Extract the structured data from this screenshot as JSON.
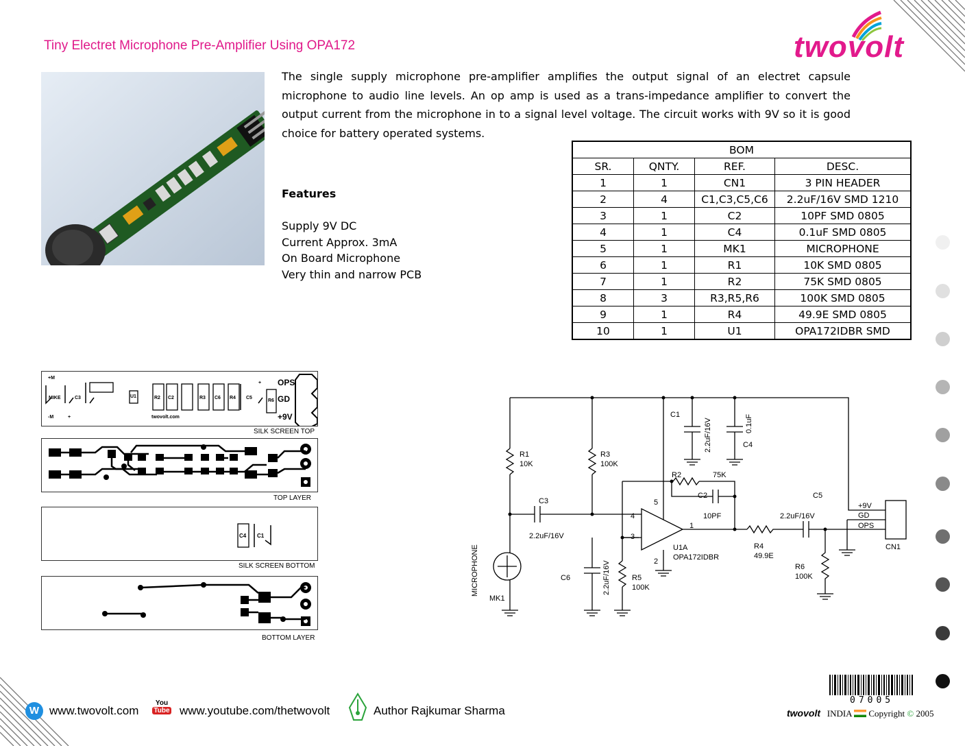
{
  "title": "Tiny Electret Microphone Pre-Amplifier Using OPA172",
  "logo_text": "twovolt",
  "intro": "The single supply microphone pre-amplifier amplifies the output signal of an electret capsule microphone to audio line levels. An op amp is used as a trans-impedance amplifier to convert the output current from the microphone in to a signal level voltage. The circuit works with 9V so it is good choice for battery operated systems.",
  "features": {
    "heading": "Features",
    "items": [
      "Supply 9V DC",
      "Current Approx. 3mA",
      "On Board Microphone",
      "Very thin and narrow PCB"
    ]
  },
  "bom": {
    "title": "BOM",
    "headers": [
      "SR.",
      "QNTY.",
      "REF.",
      "DESC."
    ],
    "rows": [
      [
        "1",
        "1",
        "CN1",
        "3 PIN HEADER"
      ],
      [
        "2",
        "4",
        "C1,C3,C5,C6",
        "2.2uF/16V SMD 1210"
      ],
      [
        "3",
        "1",
        "C2",
        "10PF SMD 0805"
      ],
      [
        "4",
        "1",
        "C4",
        "0.1uF SMD 0805"
      ],
      [
        "5",
        "1",
        "MK1",
        "MICROPHONE"
      ],
      [
        "6",
        "1",
        "R1",
        "10K SMD 0805"
      ],
      [
        "7",
        "1",
        "R2",
        "75K SMD 0805"
      ],
      [
        "8",
        "3",
        "R3,R5,R6",
        "100K SMD 0805"
      ],
      [
        "9",
        "1",
        "R4",
        "49.9E SMD 0805"
      ],
      [
        "10",
        "1",
        "U1",
        "OPA172IDBR SMD"
      ]
    ]
  },
  "pcb_captions": {
    "silk_top": "SILK SCREEN TOP",
    "top_layer": "TOP LAYER",
    "silk_bottom": "SILK SCREEN BOTTOM",
    "bottom_layer": "BOTTOM LAYER"
  },
  "silk_labels": {
    "mike": "MIKE",
    "c3": "C3",
    "u1": "U1",
    "r2": "R2",
    "c2": "C2",
    "r3": "R3",
    "c6": "C6",
    "r4": "R4",
    "c5": "C5",
    "r6": "R6",
    "ops": "OPS",
    "gd": "GD",
    "v9": "+9V",
    "brand": "twovolt.com",
    "plus_m": "+M",
    "minus_m": "-M",
    "plus": "+",
    "c4": "C4",
    "c1": "C1"
  },
  "schematic": {
    "r1": "R1",
    "r1_val": "10K",
    "r3": "R3",
    "r3_val": "100K",
    "c1": "C1",
    "c1_val": "2.2uF/16V",
    "c4": "C4",
    "c4_val": "0.1uF",
    "r2": "R2",
    "r2_val": "75K",
    "c2": "C2",
    "c2_val": "10PF",
    "c3": "C3",
    "c3_val": "2.2uF/16V",
    "c5": "C5",
    "c5_val": "2.2uF/16V",
    "c6": "C6",
    "c6_val": "2.2uF/16V",
    "r5": "R5",
    "r5_val": "100K",
    "r4": "R4",
    "r4_val": "49.9E",
    "r6": "R6",
    "r6_val": "100K",
    "u1": "U1A",
    "u1_val": "OPA172IDBR",
    "mk1": "MK1",
    "mic": "MICROPHONE",
    "cn1": "CN1",
    "pin_9v": "+9V",
    "pin_gd": "GD",
    "pin_ops": "OPS",
    "pin1": "1",
    "pin2": "2",
    "pin3": "3",
    "pin4": "4",
    "pin5": "5"
  },
  "footer": {
    "website": "www.twovolt.com",
    "youtube": "www.youtube.com/thetwovolt",
    "author": "Author Rajkumar Sharma",
    "barcode_number": "07005",
    "brand": "twovolt",
    "country": "INDIA",
    "copyright": "Copyright",
    "year": "2005",
    "yt_icon_top": "You",
    "yt_icon_bottom": "Tube",
    "w_icon": "W"
  },
  "colors": {
    "accent_pink": "#e0198a",
    "pcb_green": "#1f5a22",
    "dot_shades": [
      "#f0f0f0",
      "#e0e0e0",
      "#cfcfcf",
      "#b5b5b5",
      "#a0a0a0",
      "#8a8a8a",
      "#6f6f6f",
      "#555555",
      "#3a3a3a",
      "#111111"
    ]
  }
}
